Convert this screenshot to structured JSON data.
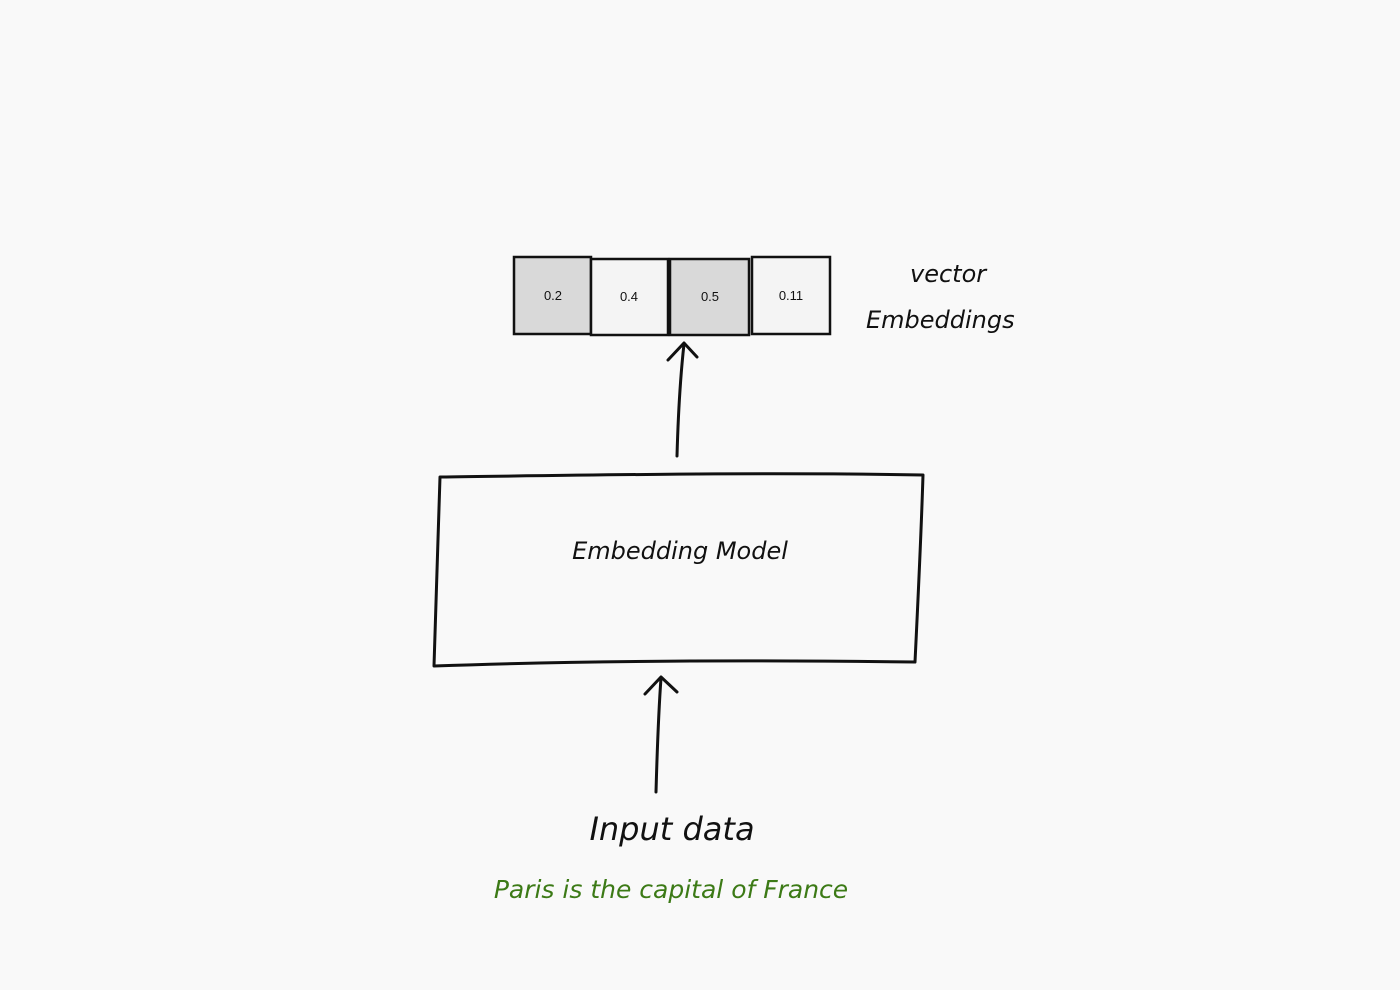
{
  "vector": {
    "cells": [
      {
        "value": "0.2",
        "fill": "#d9d9d9"
      },
      {
        "value": "0.4",
        "fill": "#f4f4f4"
      },
      {
        "value": "0.5",
        "fill": "#d9d9d9"
      },
      {
        "value": "0.11",
        "fill": "#f4f4f4"
      }
    ],
    "label_line1": "vector",
    "label_line2": "Embeddings"
  },
  "model": {
    "label": "Embedding Model"
  },
  "input": {
    "label": "Input data",
    "example": "Paris is the capital of France"
  },
  "colors": {
    "background": "#f9f9f9",
    "ink": "#111111",
    "example_text": "#3c7a16"
  }
}
